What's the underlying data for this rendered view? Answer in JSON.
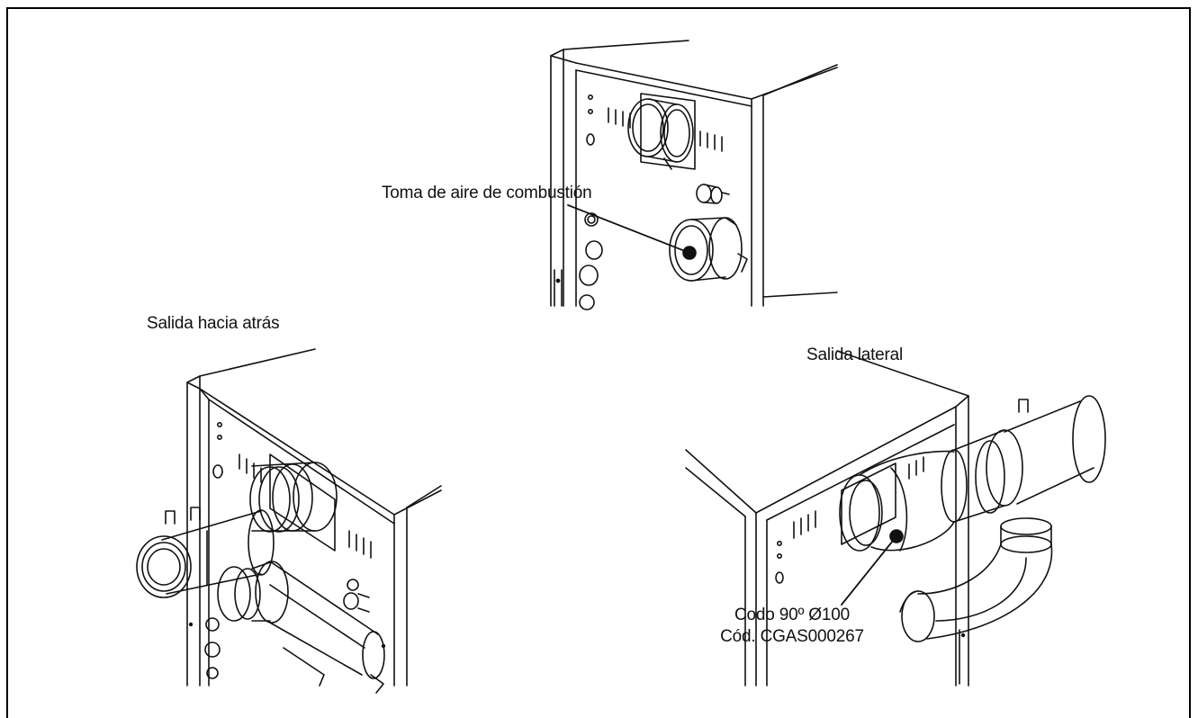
{
  "labels": {
    "air_intake": "Toma de aire de combustión",
    "rear_outlet": "Salida hacia atrás",
    "side_outlet": "Salida lateral",
    "elbow_line1": "Codo 90º Ø100",
    "elbow_line2": "Cód. CGAS000267"
  },
  "colors": {
    "ink": "#111111",
    "fill": "#ffffff",
    "dot": "#111111"
  }
}
